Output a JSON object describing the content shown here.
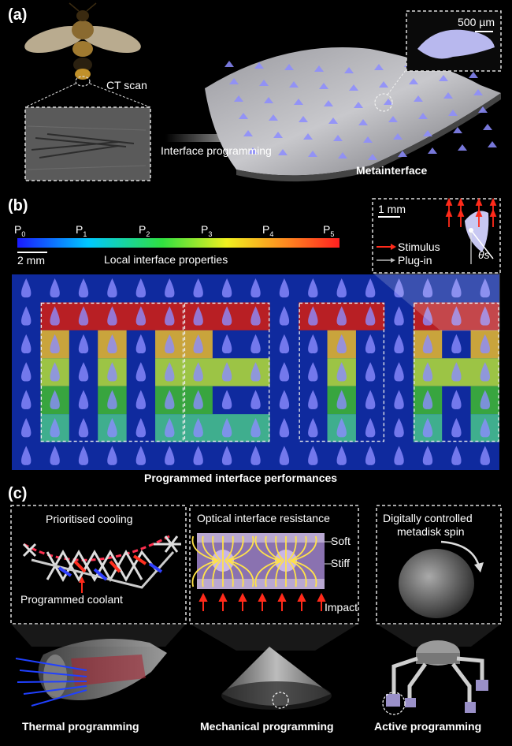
{
  "panel_a": {
    "label": "(a)",
    "ct_scan": "CT scan",
    "arrow_text": "Interface programming",
    "scale": "500 µm",
    "caption": "Metainterface"
  },
  "panel_b": {
    "label": "(b)",
    "colorbar_ticks": [
      "P0",
      "P1",
      "P2",
      "P3",
      "P4",
      "P5"
    ],
    "colorbar_title": "Local interface properties",
    "scale_left": "2 mm",
    "scale_inset": "1 mm",
    "legend_stimulus": "Stimulus",
    "legend_plugin": "Plug-in",
    "theta": "θs",
    "caption": "Programmed interface performances",
    "colors": {
      "background": "#0f2a9e",
      "row1": "#b81f24",
      "row2": "#c9a43c",
      "row3": "#9cc445",
      "row4": "#38a53f",
      "row5": "#3fae8e",
      "cone": "#8c8cff"
    }
  },
  "panel_c": {
    "label": "(c)",
    "thermal": {
      "top_label": "Prioritised cooling",
      "bottom_label": "Programmed coolant",
      "caption": "Thermal programming"
    },
    "mechanical": {
      "title": "Optical interface resistance",
      "soft": "Soft",
      "stiff": "Stiff",
      "impact": "Impact",
      "caption": "Mechanical programming"
    },
    "active": {
      "title_line1": "Digitally controlled",
      "title_line2": "metadisk spin",
      "caption": "Active programming"
    }
  }
}
